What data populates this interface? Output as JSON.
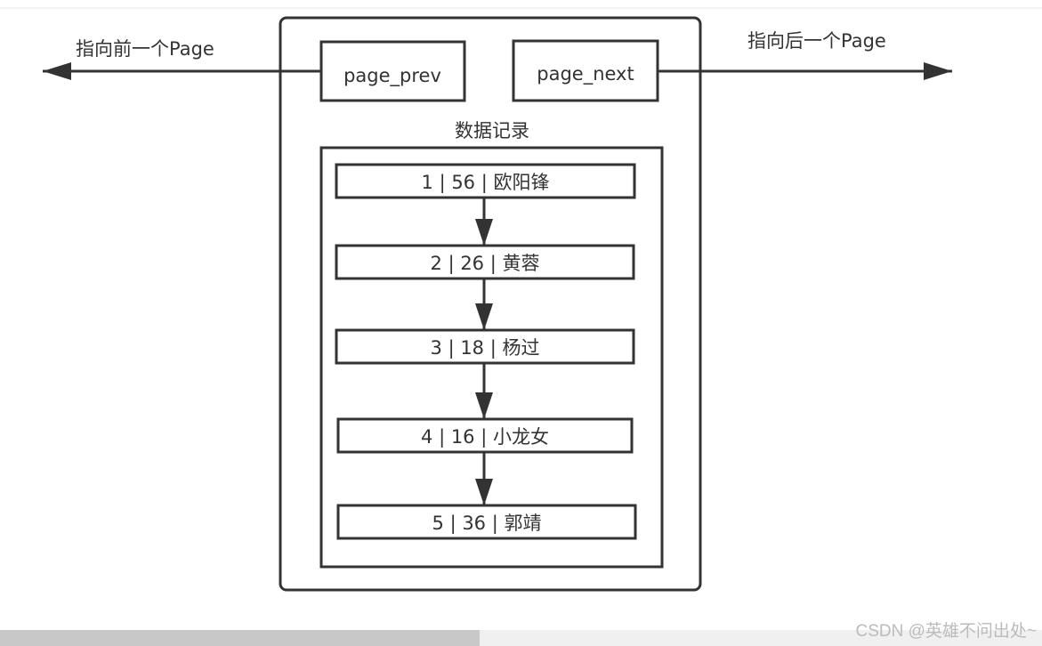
{
  "diagram": {
    "prev_label": "指向前一个Page",
    "next_label": "指向后一个Page",
    "page_prev": "page_prev",
    "page_next": "page_next",
    "records_title": "数据记录",
    "records": [
      "1 | 56 | 欧阳锋",
      "2 | 26 | 黄蓉",
      "3 | 18 | 杨过",
      "4 | 16 | 小龙女",
      "5 | 36 | 郭靖"
    ]
  },
  "scrollbar": {
    "position_fraction": 0.46
  },
  "watermark": "CSDN @英雄不问出处~"
}
